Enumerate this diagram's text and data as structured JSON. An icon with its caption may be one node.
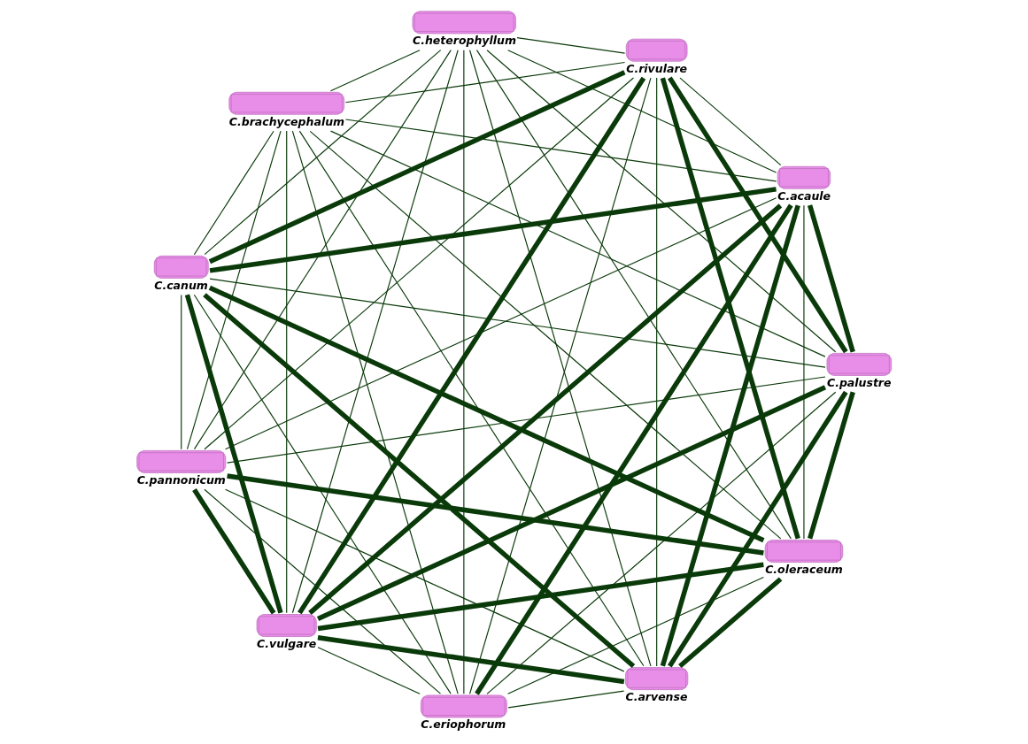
{
  "diagram": {
    "nodes": [
      {
        "text": [
          "C.oleraceum"
        ]
      },
      {
        "text": [
          "C.palustre"
        ]
      },
      {
        "text": [
          "C.eriophorum"
        ]
      },
      {
        "text": [
          "C.vulgare"
        ]
      },
      {
        "text": [
          "C.pannonicum"
        ]
      },
      {
        "text": [
          "C.canum"
        ]
      },
      {
        "text": [
          "C.brachycephalum"
        ]
      },
      {
        "text": [
          "C.heterophyllum"
        ]
      },
      {
        "text": [
          "C.rivulare"
        ]
      },
      {
        "text": [
          "C.acaule"
        ]
      },
      {
        "text": [
          "C.arvense"
        ]
      }
    ],
    "edges": [
      {
        "from": 0,
        "to": 1,
        "arrow": "none",
        "style": "thick"
      },
      {
        "from": 0,
        "to": 2,
        "arrow": "none"
      },
      {
        "from": 0,
        "to": 3,
        "arrow": "none",
        "style": "thick"
      },
      {
        "from": 0,
        "to": 4,
        "arrow": "none",
        "style": "thick"
      },
      {
        "from": 0,
        "to": 5,
        "arrow": "none",
        "style": "thick"
      },
      {
        "from": 0,
        "to": 6,
        "arrow": "none"
      },
      {
        "from": 0,
        "to": 7,
        "arrow": "none"
      },
      {
        "from": 0,
        "to": 8,
        "arrow": "none",
        "style": "thick"
      },
      {
        "from": 0,
        "to": 9,
        "arrow": "none"
      },
      {
        "from": 0,
        "to": 10,
        "arrow": "none",
        "style": "thick"
      },
      {
        "from": 1,
        "to": 2,
        "arrow": "none"
      },
      {
        "from": 1,
        "to": 3,
        "arrow": "none",
        "style": "thick"
      },
      {
        "from": 1,
        "to": 4,
        "arrow": "none"
      },
      {
        "from": 1,
        "to": 5,
        "arrow": "none"
      },
      {
        "from": 1,
        "to": 6,
        "arrow": "none"
      },
      {
        "from": 1,
        "to": 7,
        "arrow": "none"
      },
      {
        "from": 1,
        "to": 8,
        "arrow": "none",
        "style": "thick"
      },
      {
        "from": 1,
        "to": 9,
        "arrow": "none",
        "style": "thick"
      },
      {
        "from": 1,
        "to": 10,
        "arrow": "none",
        "style": "thick"
      },
      {
        "from": 2,
        "to": 3,
        "arrow": "none"
      },
      {
        "from": 2,
        "to": 4,
        "arrow": "none"
      },
      {
        "from": 2,
        "to": 5,
        "arrow": "none"
      },
      {
        "from": 2,
        "to": 6,
        "arrow": "none"
      },
      {
        "from": 2,
        "to": 7,
        "arrow": "none"
      },
      {
        "from": 2,
        "to": 8,
        "arrow": "none"
      },
      {
        "from": 2,
        "to": 9,
        "arrow": "none",
        "style": "thick"
      },
      {
        "from": 2,
        "to": 10,
        "arrow": "none"
      },
      {
        "from": 3,
        "to": 4,
        "arrow": "none",
        "style": "thick"
      },
      {
        "from": 3,
        "to": 5,
        "arrow": "none",
        "style": "thick"
      },
      {
        "from": 3,
        "to": 6,
        "arrow": "none"
      },
      {
        "from": 3,
        "to": 7,
        "arrow": "none"
      },
      {
        "from": 3,
        "to": 8,
        "arrow": "none",
        "style": "thick"
      },
      {
        "from": 3,
        "to": 9,
        "arrow": "none",
        "style": "thick"
      },
      {
        "from": 3,
        "to": 10,
        "arrow": "none",
        "style": "thick"
      },
      {
        "from": 4,
        "to": 5,
        "arrow": "none"
      },
      {
        "from": 4,
        "to": 6,
        "arrow": "none"
      },
      {
        "from": 4,
        "to": 7,
        "arrow": "none"
      },
      {
        "from": 4,
        "to": 8,
        "arrow": "none"
      },
      {
        "from": 4,
        "to": 9,
        "arrow": "none"
      },
      {
        "from": 4,
        "to": 10,
        "arrow": "none"
      },
      {
        "from": 5,
        "to": 6,
        "arrow": "none"
      },
      {
        "from": 5,
        "to": 7,
        "arrow": "none"
      },
      {
        "from": 5,
        "to": 8,
        "arrow": "none",
        "style": "thick"
      },
      {
        "from": 5,
        "to": 9,
        "arrow": "none",
        "style": "thick"
      },
      {
        "from": 5,
        "to": 10,
        "arrow": "none",
        "style": "thick"
      },
      {
        "from": 6,
        "to": 7,
        "arrow": "none"
      },
      {
        "from": 6,
        "to": 8,
        "arrow": "none"
      },
      {
        "from": 6,
        "to": 9,
        "arrow": "none"
      },
      {
        "from": 6,
        "to": 10,
        "arrow": "none"
      },
      {
        "from": 7,
        "to": 8,
        "arrow": "none"
      },
      {
        "from": 7,
        "to": 9,
        "arrow": "none"
      },
      {
        "from": 7,
        "to": 10,
        "arrow": "none"
      },
      {
        "from": 8,
        "to": 9,
        "arrow": "none"
      },
      {
        "from": 8,
        "to": 10,
        "arrow": "none"
      },
      {
        "from": 9,
        "to": 10,
        "arrow": "none",
        "style": "thick"
      }
    ]
  }
}
